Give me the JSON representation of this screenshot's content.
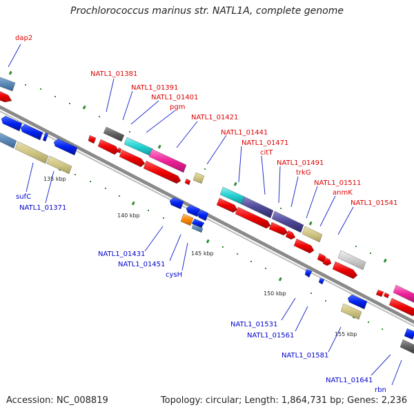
{
  "title": "Prochlorococcus marinus str. NATL1A, complete genome",
  "accession": "Accession: NC_008819",
  "topology": "Topology: circular; Length: 1,864,731 bp; Genes: 2,236",
  "colors": {
    "label_forward": "#dd0000",
    "label_reverse": "#0000cc",
    "backbone": "#888888",
    "tick": "#338833"
  },
  "scale_labels": [
    "135 kbp",
    "140 kbp",
    "145 kbp",
    "150 kbp",
    "155 kbp"
  ],
  "top_labels": [
    "dap2",
    "NATL1_01381",
    "NATL1_01391",
    "NATL1_01401",
    "pgm",
    "NATL1_01421",
    "NATL1_01441",
    "NATL1_01471",
    "citT",
    "NATL1_01491",
    "trkG",
    "NATL1_01511",
    "anmK",
    "NATL1_01541"
  ],
  "bottom_labels": [
    "sufC",
    "NATL1_01371",
    "NATL1_01431",
    "NATL1_01451",
    "cysH",
    "NATL1_01531",
    "NATL1_01561",
    "NATL1_01581",
    "NATL1_01641",
    "rbn"
  ]
}
